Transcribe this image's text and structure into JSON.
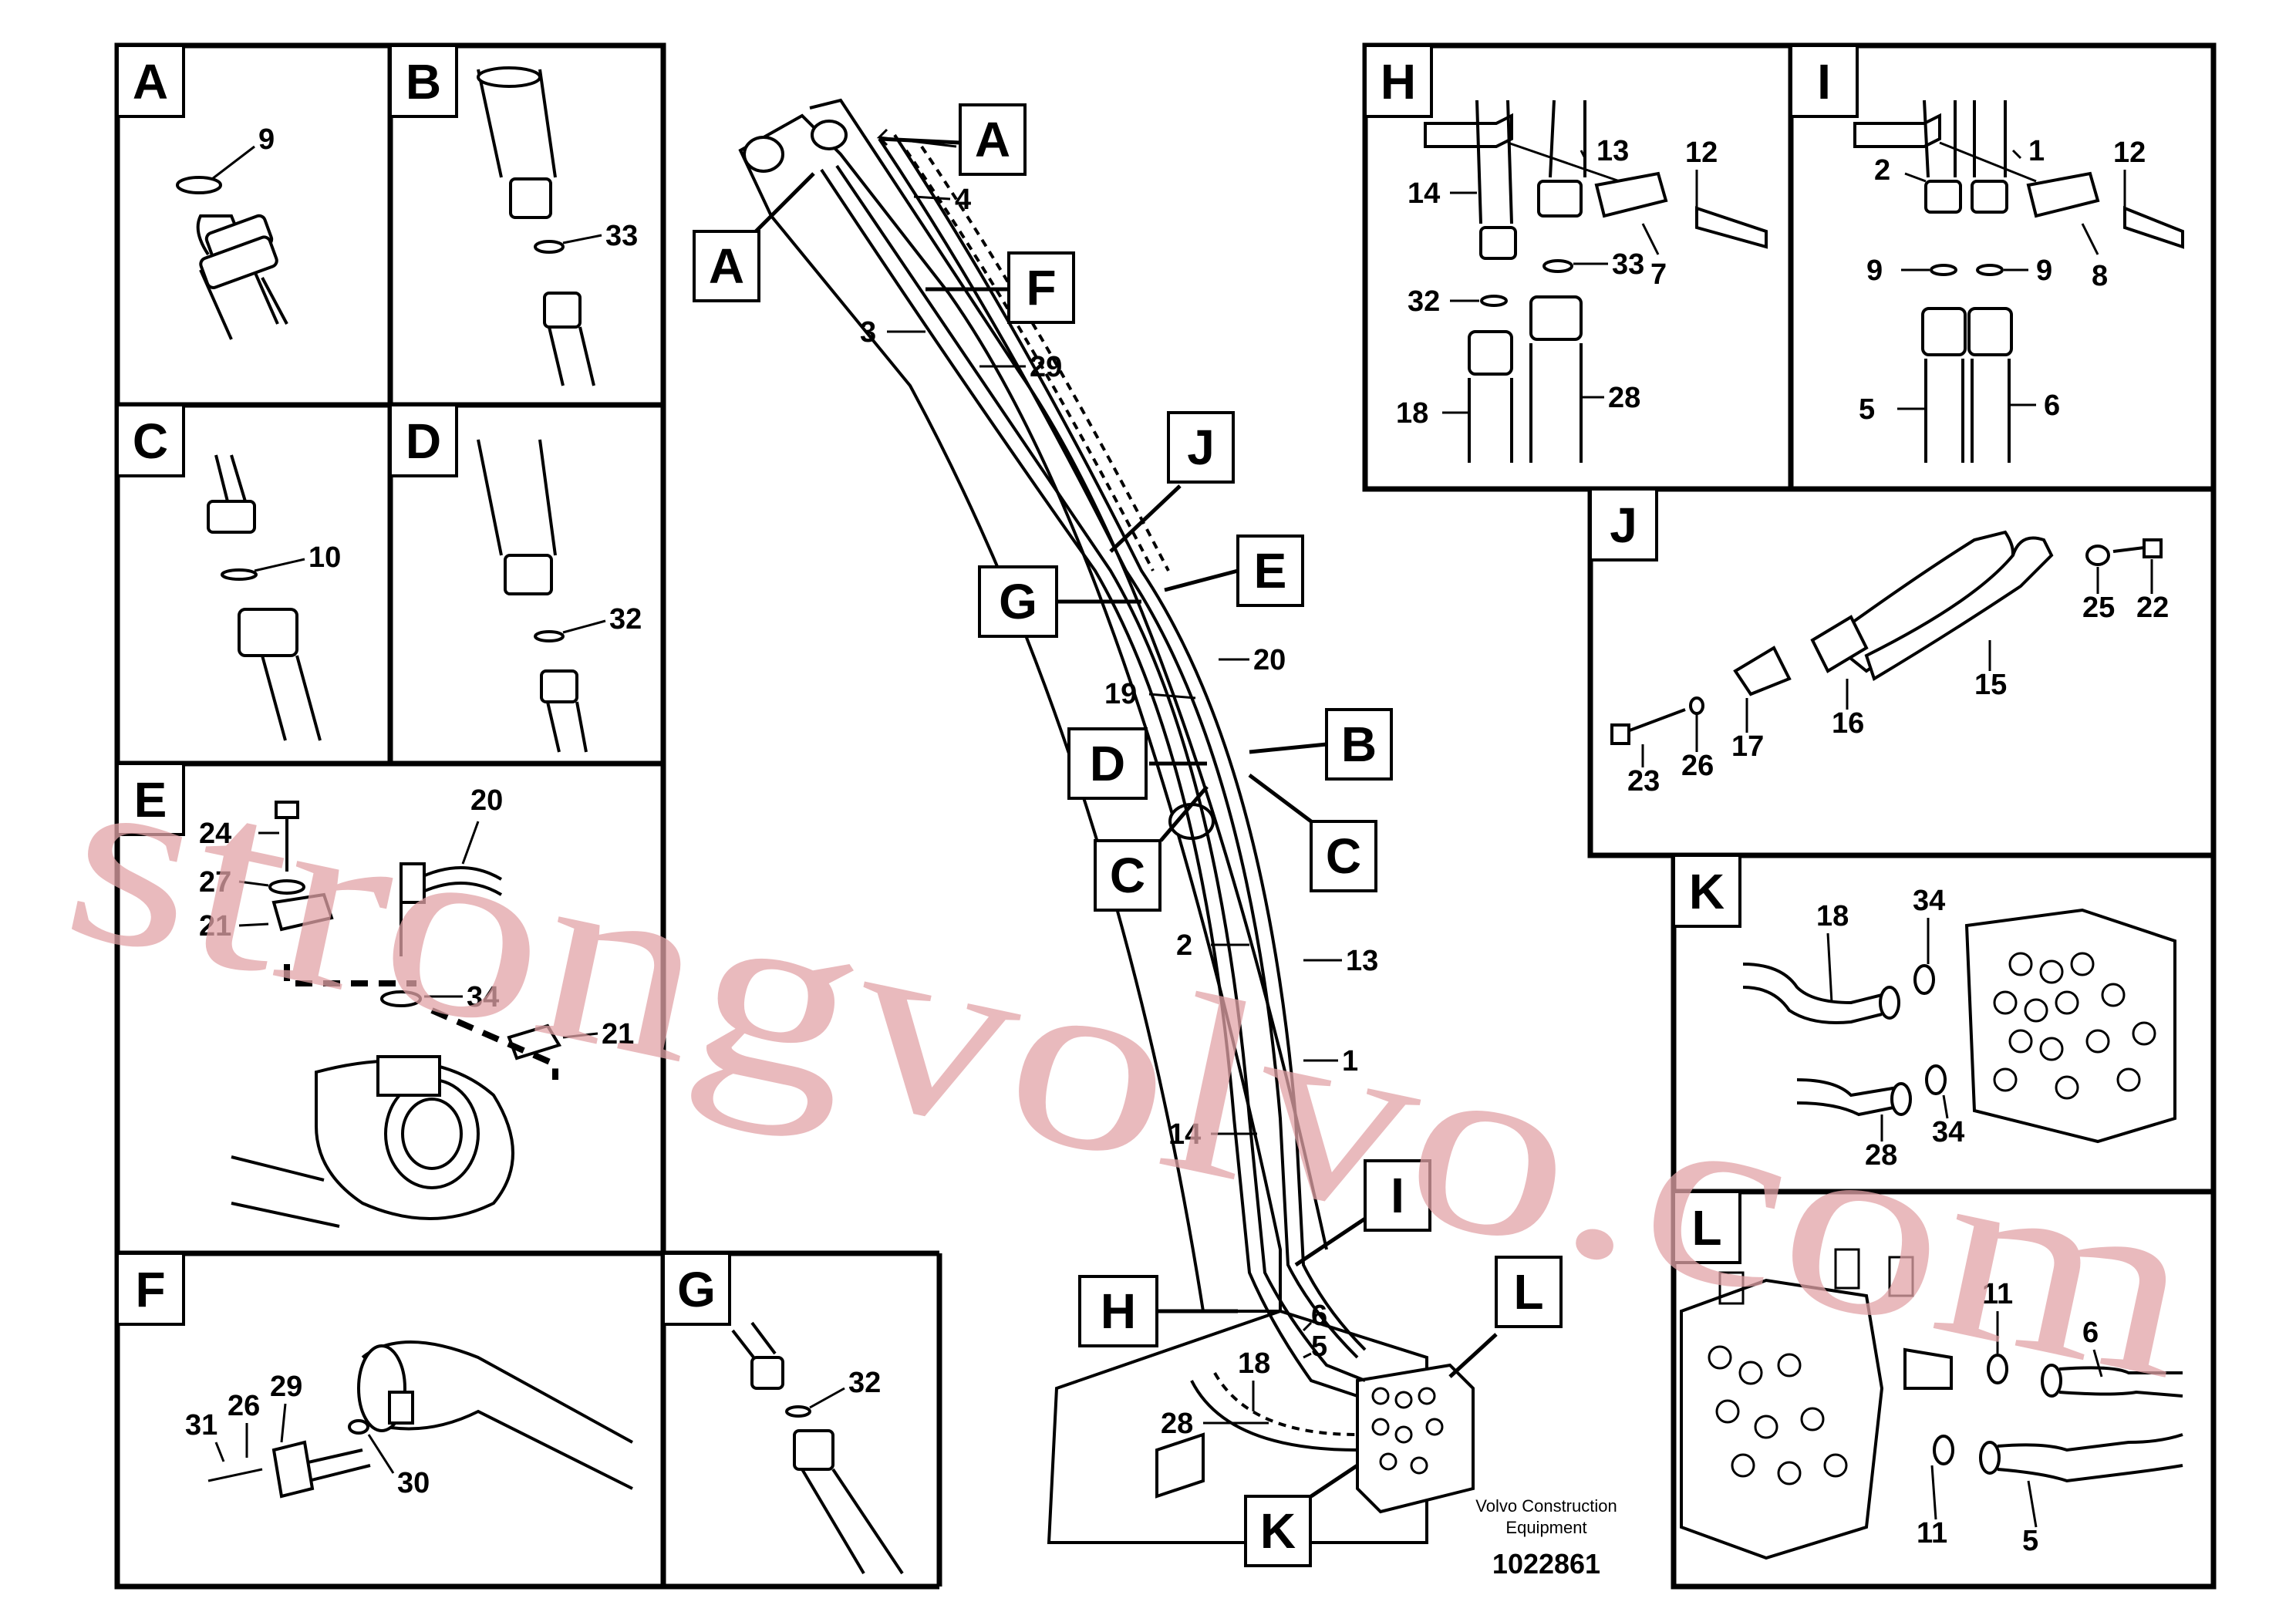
{
  "watermark": "strongvolvo.com",
  "caption": {
    "line1": "Volvo Construction",
    "line2": "Equipment",
    "doc_number": "1022861"
  },
  "panels": {
    "A": {
      "letter": "A",
      "parts": [
        "9"
      ]
    },
    "B": {
      "letter": "B",
      "parts": [
        "33"
      ]
    },
    "C": {
      "letter": "C",
      "parts": [
        "10"
      ]
    },
    "D": {
      "letter": "D",
      "parts": [
        "32"
      ]
    },
    "E": {
      "letter": "E",
      "parts": [
        "24",
        "20",
        "27",
        "21",
        "34",
        "21"
      ]
    },
    "F": {
      "letter": "F",
      "parts": [
        "31",
        "26",
        "29",
        "30"
      ]
    },
    "G": {
      "letter": "G",
      "parts": [
        "32"
      ]
    },
    "H": {
      "letter": "H",
      "parts": [
        "13",
        "12",
        "14",
        "33",
        "7",
        "32",
        "18",
        "28"
      ]
    },
    "I": {
      "letter": "I",
      "parts": [
        "1",
        "12",
        "2",
        "9",
        "9",
        "8",
        "5",
        "6"
      ]
    },
    "J": {
      "letter": "J",
      "parts": [
        "25",
        "22",
        "15",
        "16",
        "17",
        "26",
        "23"
      ]
    },
    "K": {
      "letter": "K",
      "parts": [
        "18",
        "34",
        "28",
        "34"
      ]
    },
    "L": {
      "letter": "L",
      "parts": [
        "11",
        "6",
        "11",
        "5"
      ]
    }
  },
  "main": {
    "callouts": [
      "A",
      "A",
      "F",
      "J",
      "E",
      "G",
      "B",
      "D",
      "C",
      "C",
      "I",
      "H",
      "L",
      "K"
    ],
    "parts": [
      "4",
      "3",
      "29",
      "20",
      "19",
      "2",
      "13",
      "1",
      "14",
      "6",
      "5",
      "18",
      "28"
    ]
  }
}
